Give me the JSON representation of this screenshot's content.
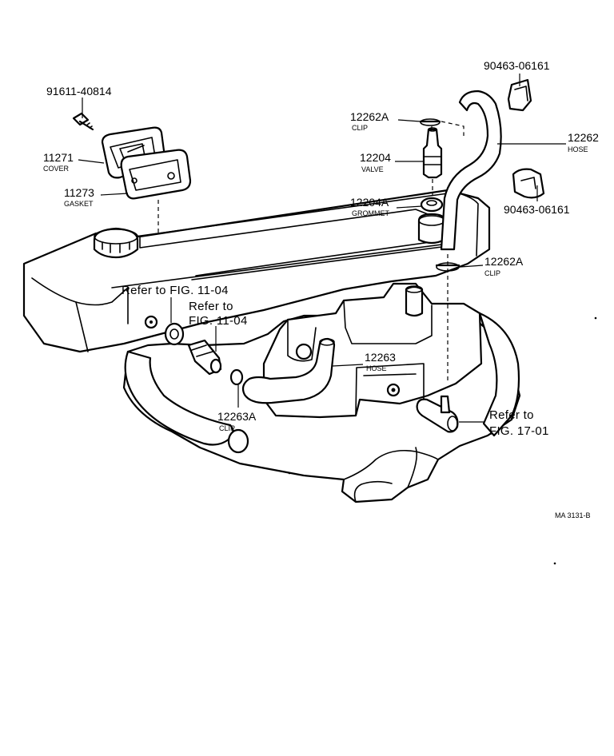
{
  "colors": {
    "ink": "#000000",
    "paper": "#ffffff"
  },
  "parts": {
    "p90463_top": {
      "number": "90463-06161"
    },
    "p91611": {
      "number": "91611-40814"
    },
    "p12262A_top": {
      "number": "12262A",
      "name": "CLIP"
    },
    "p12262": {
      "number": "12262",
      "name": "HOSE"
    },
    "p11271": {
      "number": "11271",
      "name": "COVER"
    },
    "p12204": {
      "number": "12204",
      "name": "VALVE"
    },
    "p11273": {
      "number": "11273",
      "name": "GASKET"
    },
    "p90463_mid": {
      "number": "90463-06161"
    },
    "p12204A": {
      "number": "12204A",
      "name": "GROMMET"
    },
    "p12262A_low": {
      "number": "12262A",
      "name": "CLIP"
    },
    "p12263": {
      "number": "12263",
      "name": "HOSE"
    },
    "p12263A": {
      "number": "12263A",
      "name": "CLIP"
    }
  },
  "references": {
    "ref_fig1104_a": {
      "line1": "Refer to FIG. 11-04"
    },
    "ref_fig1104_b": {
      "line1": "Refer to",
      "line2": "FIG. 11-04"
    },
    "ref_fig1701": {
      "line1": "Refer to",
      "line2": "FIG. 17-01"
    }
  },
  "drawing_code": "MA  3131-B"
}
